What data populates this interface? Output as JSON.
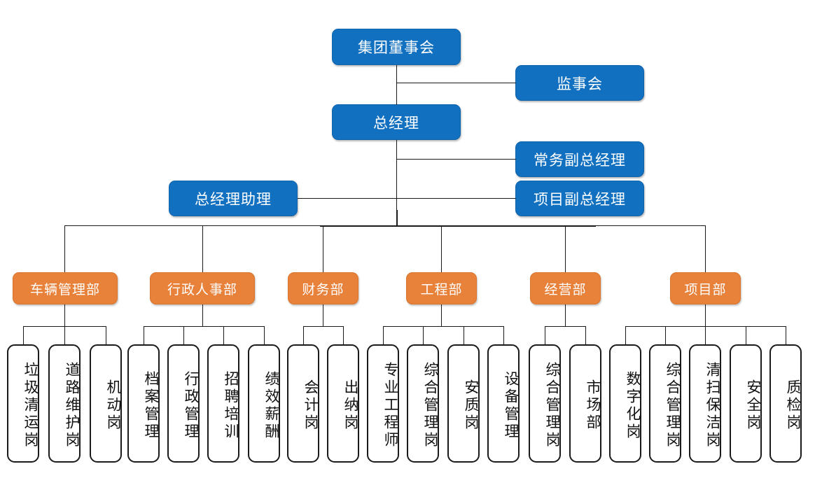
{
  "diagram": {
    "title_text": "",
    "colors": {
      "executive_fill": "#1270C0",
      "executive_border": "#0F63AB",
      "department_fill": "#E8813A",
      "department_border": "#D9752E",
      "post_fill": "#FFFFFF",
      "post_border": "#1A1A1A",
      "connector": "#1A1A1A",
      "background": "#FFFFFF"
    },
    "executive": {
      "board": "集团董事会",
      "supervisory_board": "监事会",
      "general_manager": "总经理",
      "executive_deputy_gm": "常务副总经理",
      "project_deputy_gm": "项目副总经理",
      "gm_assistant": "总经理助理"
    },
    "departments": [
      {
        "name": "车辆管理部",
        "posts": [
          "垃圾清运岗",
          "道路维护岗",
          "机动岗"
        ]
      },
      {
        "name": "行政人事部",
        "posts": [
          "档案管理",
          "行政管理",
          "招聘培训",
          "绩效薪酬"
        ]
      },
      {
        "name": "财务部",
        "posts": [
          "会计岗",
          "出纳岗"
        ]
      },
      {
        "name": "工程部",
        "posts": [
          "专业工程师",
          "综合管理岗",
          "安质岗",
          "设备管理"
        ]
      },
      {
        "name": "经营部",
        "posts": [
          "综合管理岗",
          "市场部"
        ]
      },
      {
        "name": "项目部",
        "posts": [
          "数字化岗",
          "综合管理岗",
          "清扫保洁岗",
          "安全岗",
          "质检岗"
        ]
      }
    ]
  }
}
